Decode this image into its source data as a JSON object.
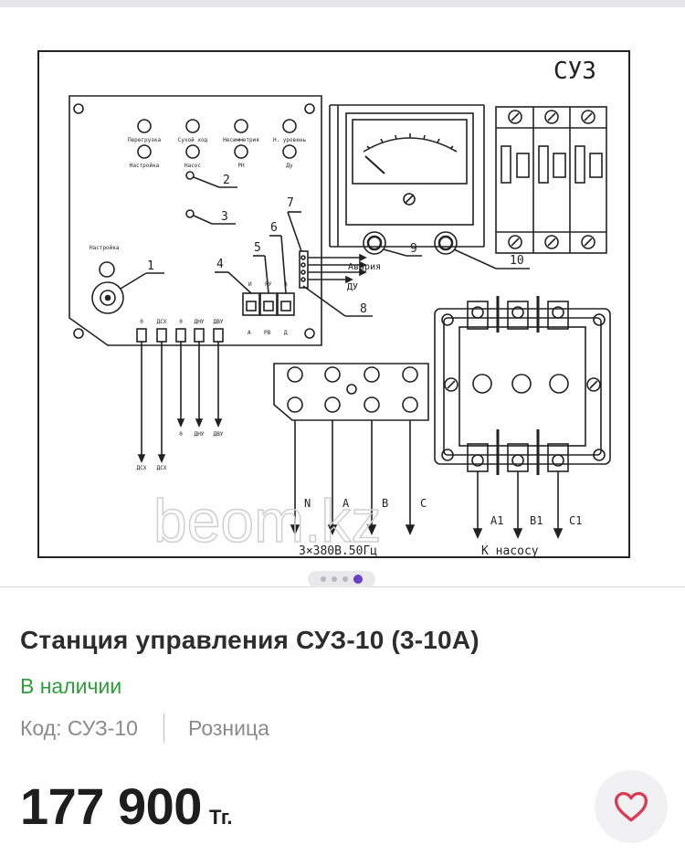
{
  "product": {
    "title": "Станция управления СУЗ-10 (3-10А)",
    "availability": "В наличии",
    "code_label": "Код: СУЗ-10",
    "price_type": "Розница",
    "price": "177 900",
    "currency": "Тг."
  },
  "gallery": {
    "total_slides": 4,
    "active_slide": 4,
    "watermark": "beom.kz",
    "diagram": {
      "device_title": "СУЗ",
      "indicators_top": [
        "Перегрузка",
        "Сухой ход",
        "Несимметрия",
        "Н. уровень"
      ],
      "indicators_bottom": [
        "Настройка",
        "Насос",
        "РН",
        "Ду"
      ],
      "knob_label": "Настройка",
      "callouts": [
        "1",
        "2",
        "3",
        "4",
        "5",
        "6",
        "7",
        "8",
        "9",
        "10"
      ],
      "switch_top_labels": [
        "И",
        "РУ",
        "В"
      ],
      "switch_bottom_labels": [
        "А",
        "РВ",
        "Д"
      ],
      "sensor_terminals_top": [
        "0",
        "ДСХ",
        "0",
        "ДНУ",
        "ДВУ"
      ],
      "sensor_terminals_bottom": [
        "0",
        "ДНУ",
        "ДВУ"
      ],
      "dry_run_leads": [
        "ДСХ",
        "ДСХ"
      ],
      "alarm_label": "Авария",
      "du_label": "ДУ",
      "supply_lines": [
        "N",
        "A",
        "B",
        "C"
      ],
      "supply_label": "3×380В.50Гц",
      "pump_lines": [
        "A1",
        "B1",
        "C1"
      ],
      "pump_label": "К насосу"
    }
  },
  "colors": {
    "title": "#2d2d2d",
    "availability": "#2e9e3a",
    "meta": "#8b8b8b",
    "price": "#1e1e1e",
    "heart": "#d93a52",
    "active_dot": "#6c3fc7"
  },
  "icons": {
    "favorite": "heart-icon"
  }
}
